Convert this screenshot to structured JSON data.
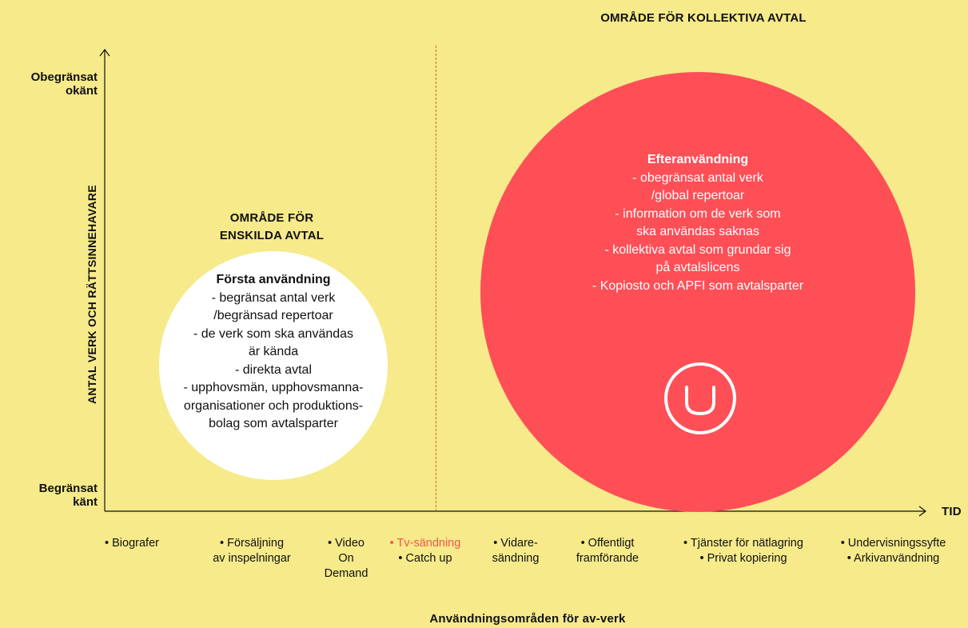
{
  "colors": {
    "background": "#f6ea8a",
    "red_circle": "#fe4f57",
    "white_circle": "#ffffff",
    "highlight": "#f0574f",
    "divider": "#e2574c"
  },
  "header": {
    "collective_area": "OMRÅDE FÖR KOLLEKTIVA AVTAL"
  },
  "individual_area": {
    "line1": "OMRÅDE FÖR",
    "line2": "ENSKILDA AVTAL"
  },
  "y_axis": {
    "title": "ANTAL VERK OCH RÄTTSINNEHAVARE",
    "top_label_line1": "Obegränsat",
    "top_label_line2": "okänt",
    "bottom_label_line1": "Begränsat",
    "bottom_label_line2": "känt"
  },
  "x_axis": {
    "title": "TID",
    "footer": "Användningsområden för av-verk"
  },
  "first_use": {
    "title": "Första användning",
    "lines": [
      "- begränsat antal verk",
      "/begränsad repertoar",
      "- de verk som ska användas",
      "är kända",
      "- direkta avtal",
      "- upphovsmän, upphovsmanna-",
      "organisationer och produktions-",
      "bolag som avtalsparter"
    ]
  },
  "after_use": {
    "title": "Efteranvändning",
    "lines": [
      "- obegränsat antal verk",
      "/global repertoar",
      "- information om de verk som",
      "ska användas saknas",
      "- kollektiva avtal som grundar sig",
      "på avtalslicens",
      "- Kopiosto och APFI som avtalsparter"
    ],
    "icon": "smile-icon"
  },
  "categories": [
    {
      "lines": [
        "• Biografer"
      ]
    },
    {
      "lines": [
        "• Försäljning",
        "av inspelningar"
      ]
    },
    {
      "lines": [
        "• Video",
        "On",
        "Demand"
      ]
    },
    {
      "lines": [
        "• Tv-sändning",
        "• Catch up"
      ],
      "highlight_first": true
    },
    {
      "lines": [
        "• Vidare-",
        "sändning"
      ]
    },
    {
      "lines": [
        "• Offentligt",
        "framförande"
      ]
    },
    {
      "lines": [
        "• Tjänster för nätlagring",
        "• Privat kopiering"
      ]
    },
    {
      "lines": [
        "• Undervisningssyfte",
        "• Arkivanvändning"
      ]
    }
  ]
}
